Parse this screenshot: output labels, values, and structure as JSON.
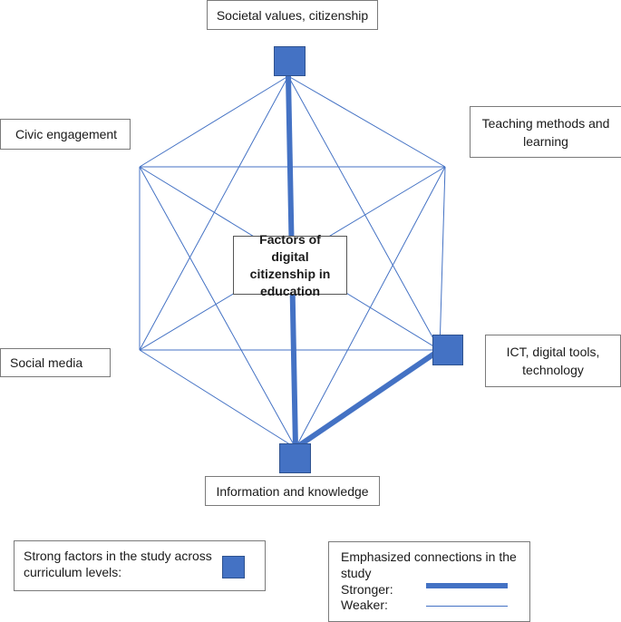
{
  "center_label": "Factors of digital citizenship in education",
  "nodes": {
    "top": "Societal values, citizenship",
    "upper_right": "Teaching methods and learning",
    "lower_right": "ICT, digital tools, technology",
    "bottom": "Information and knowledge",
    "lower_left": "Social media",
    "upper_left": "Civic engagement"
  },
  "strong_factors": [
    "top",
    "lower_right",
    "bottom"
  ],
  "stronger_connections": [
    [
      "top",
      "bottom"
    ],
    [
      "lower_right",
      "bottom"
    ]
  ],
  "colors": {
    "accent": "#4472c4",
    "accent_border": "#2f528f",
    "border": "#7a7a7a"
  },
  "legend": {
    "factors_label": "Strong factors in the study across curriculum levels:",
    "connections_title": "Emphasized connections in the study",
    "stronger_label": "Stronger:",
    "weaker_label": "Weaker:"
  }
}
